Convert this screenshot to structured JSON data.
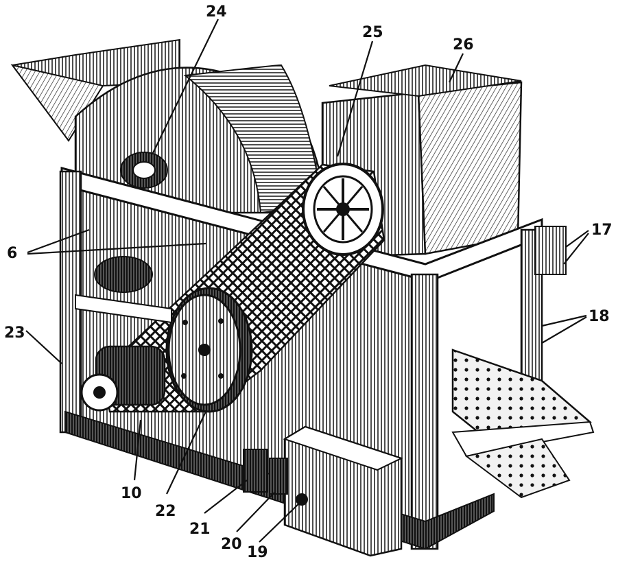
{
  "figure": {
    "callouts": [
      {
        "id": "c24",
        "label": "24"
      },
      {
        "id": "c25",
        "label": "25"
      },
      {
        "id": "c26",
        "label": "26"
      },
      {
        "id": "c6",
        "label": "6"
      },
      {
        "id": "c17",
        "label": "17"
      },
      {
        "id": "c18",
        "label": "18"
      },
      {
        "id": "c23",
        "label": "23"
      },
      {
        "id": "c10",
        "label": "10"
      },
      {
        "id": "c22",
        "label": "22"
      },
      {
        "id": "c21",
        "label": "21"
      },
      {
        "id": "c20",
        "label": "20"
      },
      {
        "id": "c19",
        "label": "19"
      }
    ]
  },
  "colors": {
    "ink": "#111111",
    "paper": "#ffffff",
    "shade": "#777777"
  }
}
